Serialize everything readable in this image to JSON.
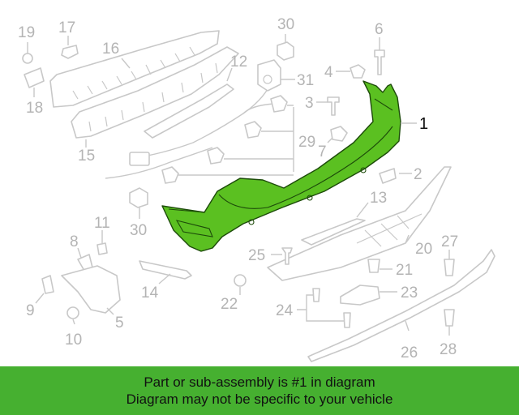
{
  "banner": {
    "line1": "Part or sub-assembly is #1 in diagram",
    "line2": "Diagram may not be specific to your vehicle",
    "color": "#46b030"
  },
  "diagram": {
    "highlight_color": "#5bc021",
    "highlighted_part": "1",
    "callouts": {
      "c1": "1",
      "c2": "2",
      "c3": "3",
      "c4": "4",
      "c5": "5",
      "c6": "6",
      "c7": "7",
      "c8": "8",
      "c9": "9",
      "c10": "10",
      "c11": "11",
      "c12": "12",
      "c13": "13",
      "c14": "14",
      "c15": "15",
      "c16": "16",
      "c17": "17",
      "c18": "18",
      "c19": "19",
      "c20": "20",
      "c21": "21",
      "c22": "22",
      "c23": "23",
      "c24": "24",
      "c25": "25",
      "c26": "26",
      "c27": "27",
      "c28": "28",
      "c29": "29",
      "c30a": "30",
      "c30b": "30",
      "c31": "31"
    }
  }
}
